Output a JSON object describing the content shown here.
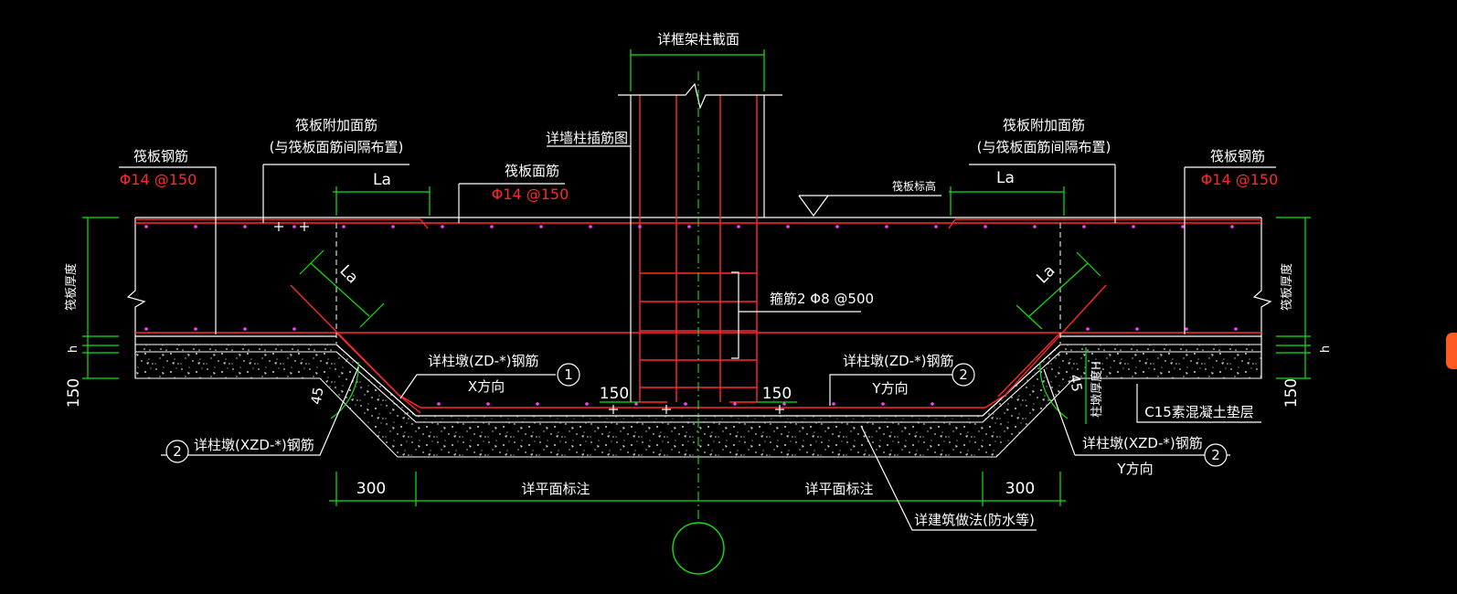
{
  "colors": {
    "background": "#000000",
    "line": "#ffffff",
    "rebar": "#ff2a2a",
    "dimension": "#14e214",
    "rebar_dot": "#ff40ff",
    "accent_icon": "#ff5a1f"
  },
  "labels": {
    "column_section": "详框架柱截面",
    "raft_add_top_left": "筏板附加面筋",
    "raft_add_top_left_note": "(与筏板面筋间隔布置)",
    "raft_add_top_right": "筏板附加面筋",
    "raft_add_top_right_note": "(与筏板面筋间隔布置)",
    "raft_rebar_left": "筏板钢筋",
    "raft_rebar_right": "筏板钢筋",
    "raft_rebar_left_spec": "Φ14 @150",
    "raft_rebar_right_spec": "Φ14 @150",
    "raft_top_rebar": "筏板面筋",
    "raft_top_rebar_spec": "Φ14 @150",
    "wall_dowel": "详墙柱插筋图",
    "raft_level": "筏板标高",
    "la_top_left": "La",
    "la_top_right": "La",
    "la_diag_left": "La",
    "la_diag_right": "La",
    "stirrup": "箍筋2 Φ8 @500",
    "pier_zd_x": "详柱墩(ZD-*)钢筋",
    "pier_zd_x_dir": "X方向",
    "pier_zd_y": "详柱墩(ZD-*)钢筋",
    "pier_zd_y_dir": "Y方向",
    "bubble_1": "1",
    "bubble_2a": "2",
    "bubble_2b": "2",
    "bubble_2c": "2",
    "dim_150_left": "150",
    "dim_150_right": "150",
    "angle_left": "45",
    "angle_right": "45",
    "pier_xzd_left": "详柱墩(XZD-*)钢筋",
    "pier_xzd_right": "详柱墩(XZD-*)钢筋",
    "pier_xzd_right_dir": "Y方向",
    "pier_thickness": "柱墩厚度H",
    "c15_cushion": "C15素混凝土垫层",
    "raft_thickness_left": "筏板厚度",
    "raft_thickness_right": "筏板厚度",
    "h_left": "h",
    "h_right": "h",
    "side_150_left": "150",
    "side_150_right": "150",
    "dim_300_left": "300",
    "dim_300_right": "300",
    "plan_mark_left": "详平面标注",
    "plan_mark_right": "详平面标注",
    "arch_method": "详建筑做法(防水等)"
  }
}
